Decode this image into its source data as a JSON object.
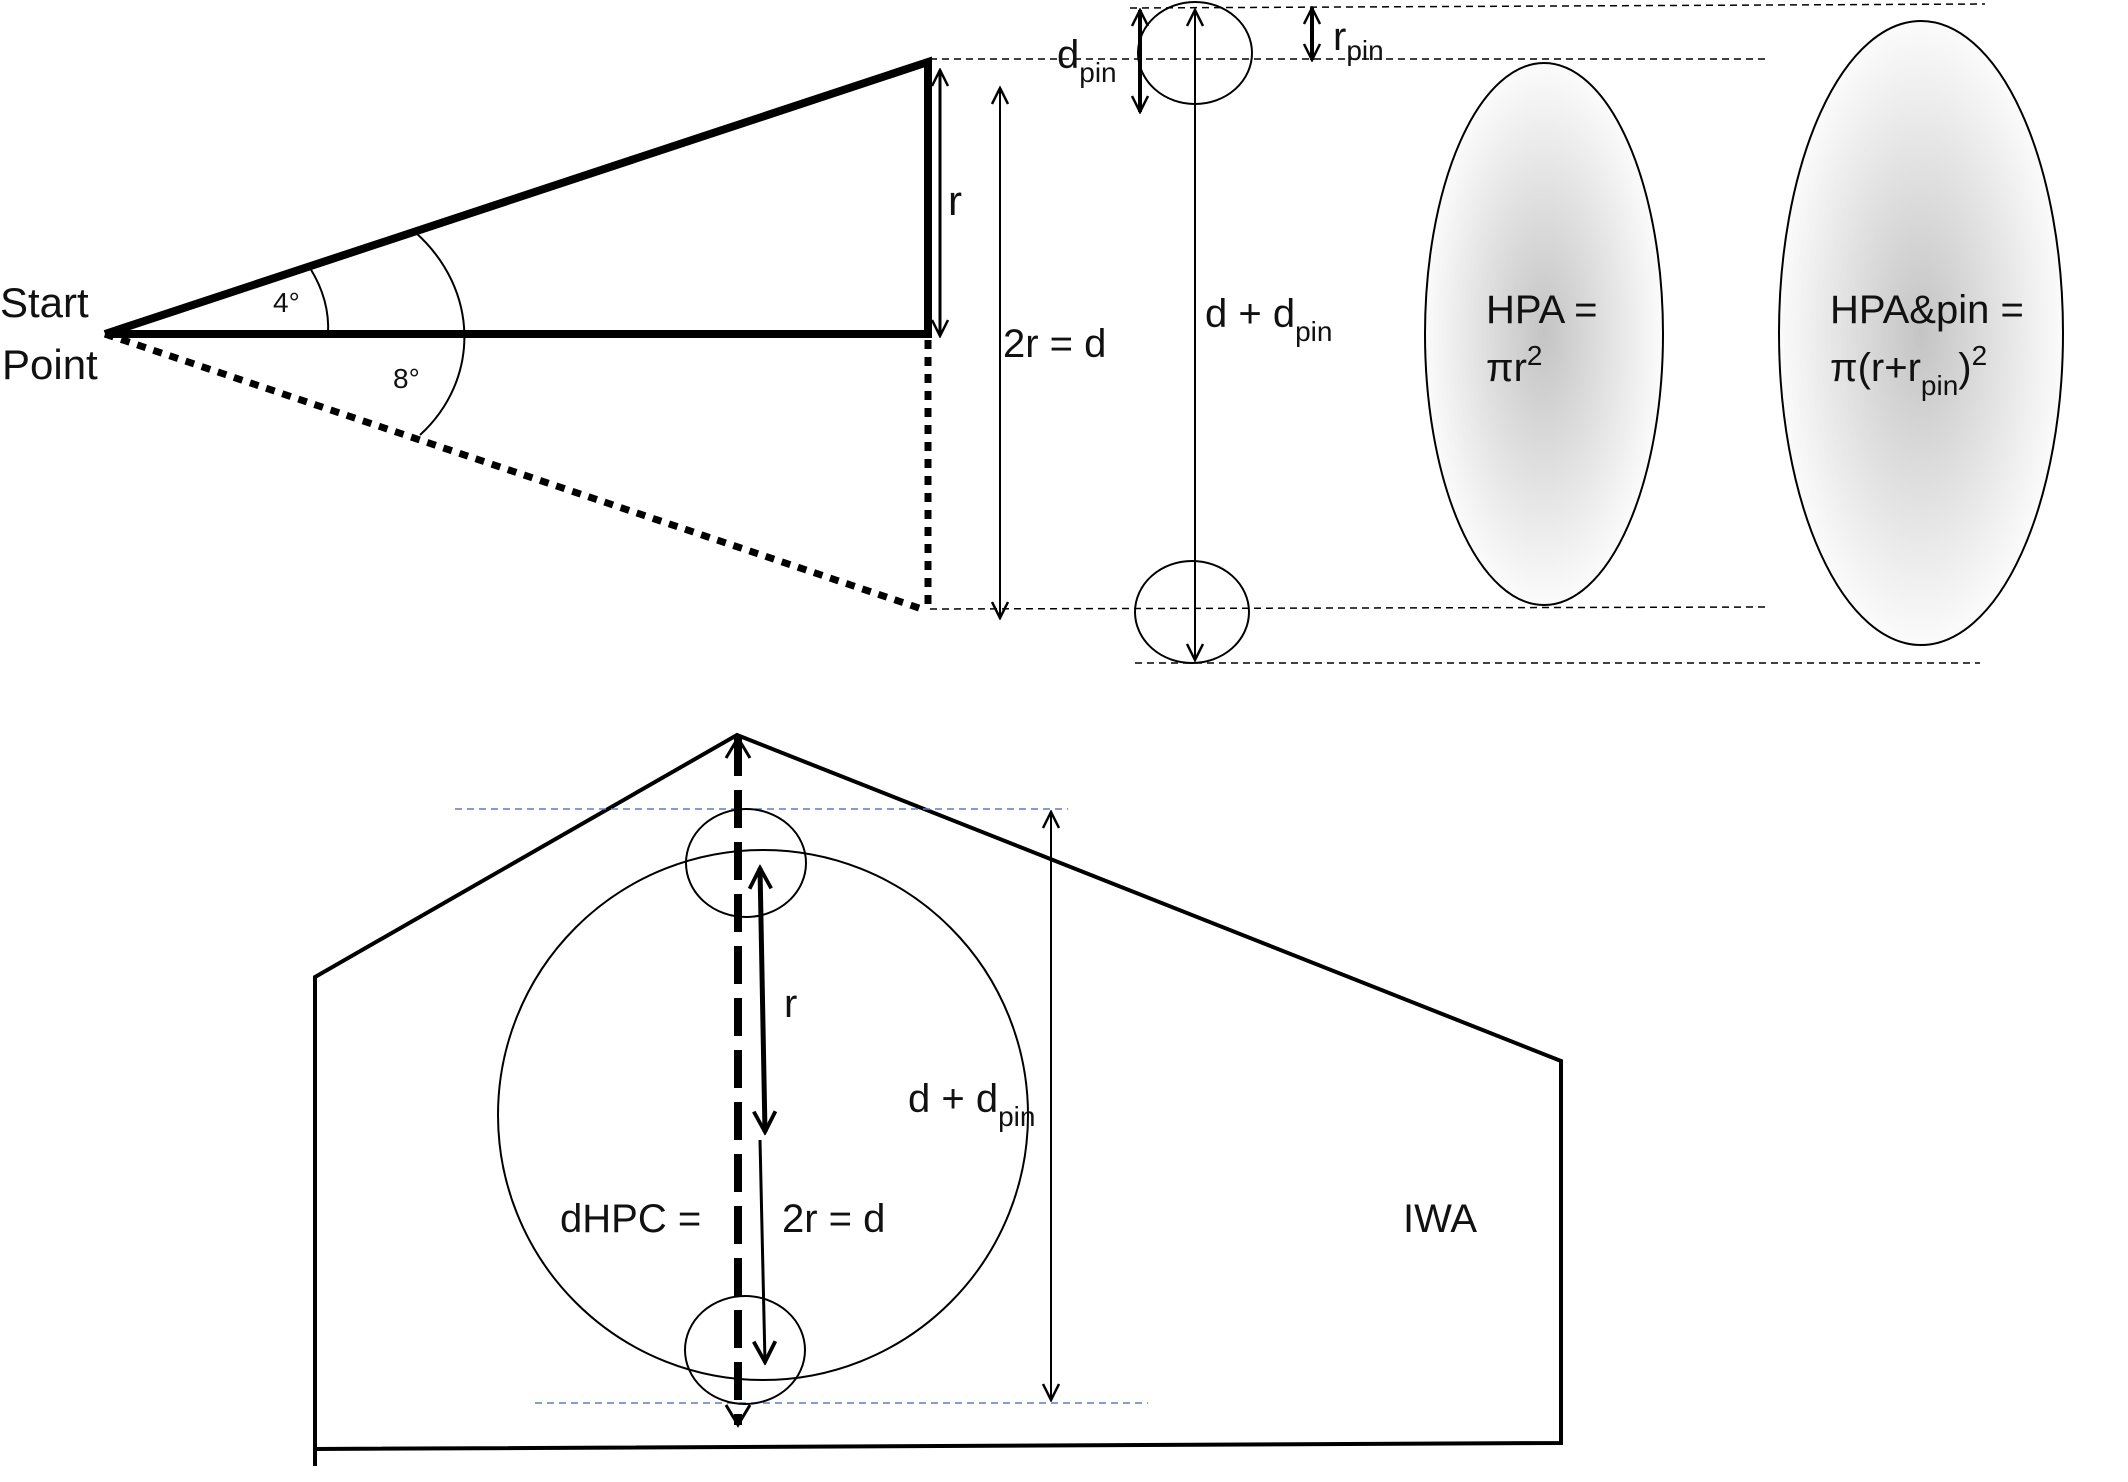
{
  "top_figure": {
    "start_point_line1": "Start",
    "start_point_line2": "Point",
    "angle_small": "4°",
    "angle_large": "8°",
    "radius_label": "r",
    "diameter_label": "2r = d",
    "dpin_base": "d",
    "dpin_sub": "pin",
    "rpin_base": "r",
    "rpin_sub": "pin",
    "d_plus_dpin_main": "d + d",
    "d_plus_dpin_sub": "pin",
    "hpa_line1": "HPA =",
    "hpa_line2_base": "πr",
    "hpa_line2_sup": "2",
    "hpa_pin_line1": "HPA&pin =",
    "hpa_pin_line2_a": "π(r+r",
    "hpa_pin_line2_sub": "pin",
    "hpa_pin_line2_b": ")",
    "hpa_pin_line2_sup": "2"
  },
  "bottom_figure": {
    "radius_label": "r",
    "d_plus_dpin_main": "d + d",
    "d_plus_dpin_sub": "pin",
    "dhpc_label": "dHPC =",
    "diameter_label": "2r = d",
    "iwa_label": "IWA"
  },
  "colors": {
    "line": "#000000",
    "guide_blue": "#5b7fc4",
    "ellipse_center": "#c8c8c8",
    "ellipse_edge": "#fafafa"
  }
}
